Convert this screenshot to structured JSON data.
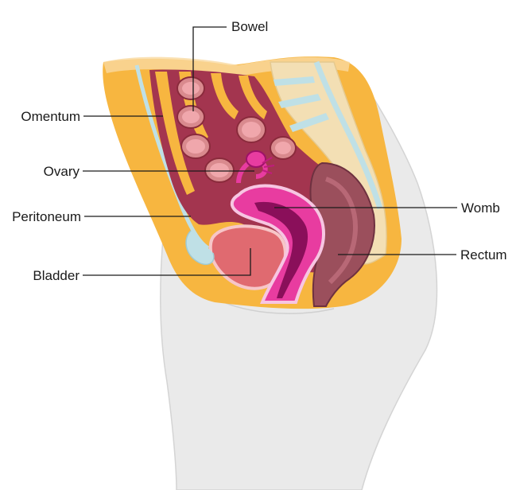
{
  "labels": {
    "bowel": "Bowel",
    "omentum": "Omentum",
    "ovary": "Ovary",
    "peritoneum": "Peritoneum",
    "bladder": "Bladder",
    "womb": "Womb",
    "rectum": "Rectum"
  },
  "colors": {
    "body_outline": "#e8e8e8",
    "fat": "#f7b640",
    "cavity": "#a3354f",
    "bowel": "#d98a8e",
    "womb": "#e83ca0",
    "bladder": "#e06a70",
    "rectum": "#9b4f5c",
    "spine": "#f3dfb4",
    "disc": "#bfe0e6"
  }
}
